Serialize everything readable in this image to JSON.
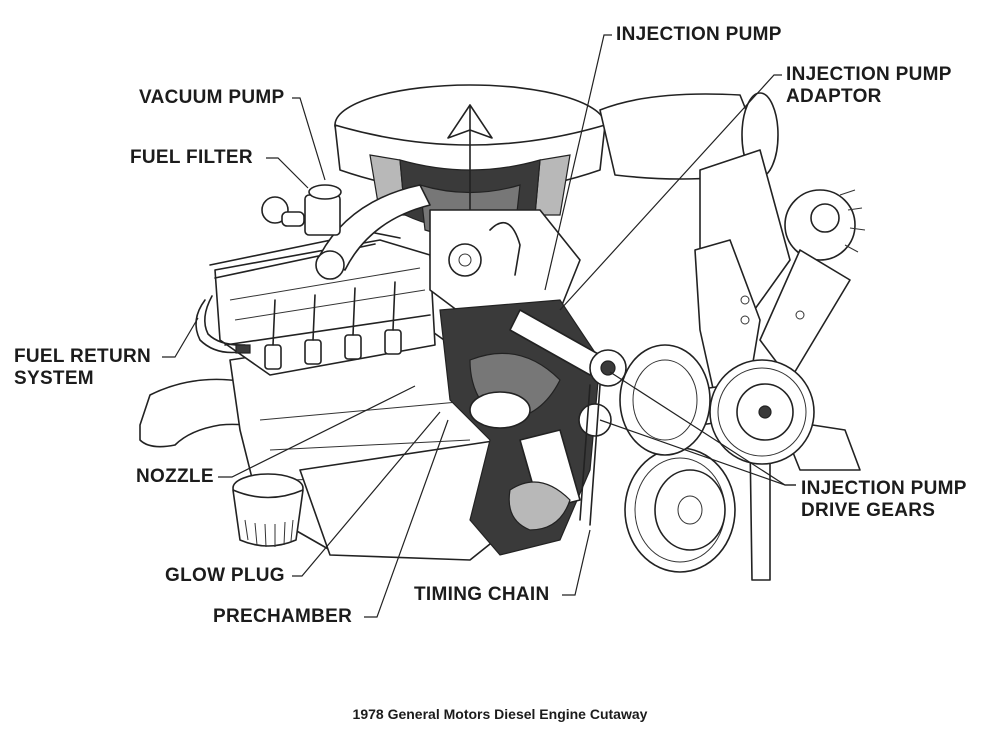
{
  "diagram": {
    "caption": "1978 General Motors Diesel Engine Cutaway",
    "labels": {
      "vacuum_pump": "VACUUM PUMP",
      "fuel_filter": "FUEL FILTER",
      "injection_pump": "INJECTION PUMP",
      "injection_pump_adaptor_line1": "INJECTION PUMP",
      "injection_pump_adaptor_line2": "ADAPTOR",
      "fuel_return_line1": "FUEL RETURN",
      "fuel_return_line2": "SYSTEM",
      "nozzle": "NOZZLE",
      "injection_pump_drive_gears_line1": "INJECTION PUMP",
      "injection_pump_drive_gears_line2": "DRIVE GEARS",
      "glow_plug": "GLOW PLUG",
      "timing_chain": "TIMING CHAIN",
      "prechamber": "PRECHAMBER"
    }
  }
}
